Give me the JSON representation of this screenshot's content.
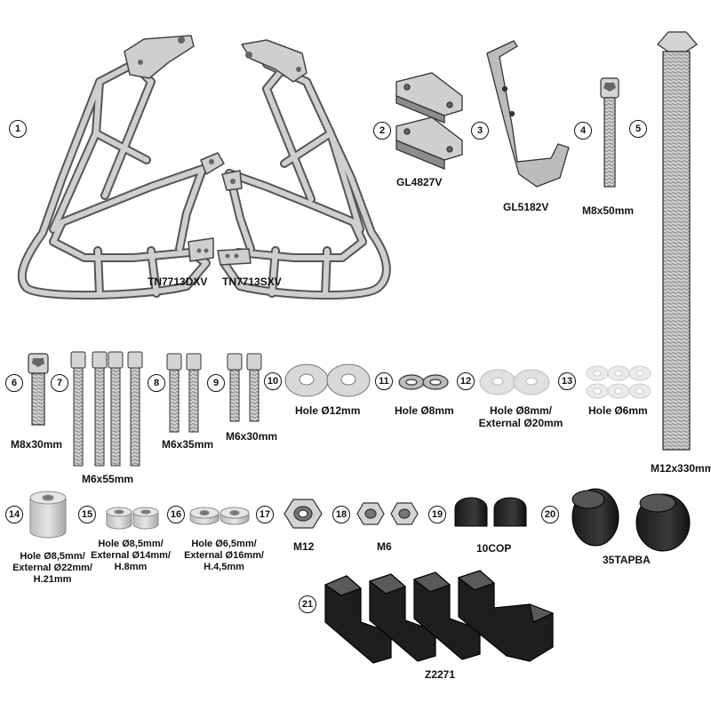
{
  "callouts": [
    "1",
    "2",
    "3",
    "4",
    "5",
    "6",
    "7",
    "8",
    "9",
    "10",
    "11",
    "12",
    "13",
    "14",
    "15",
    "16",
    "17",
    "18",
    "19",
    "20",
    "21"
  ],
  "labels": {
    "p1_right": "TN7713DXV",
    "p1_left": "TN7713SXV",
    "p2": "GL4827V",
    "p3": "GL5182V",
    "p4": "M8x50mm",
    "p5": "M12x330mm",
    "p6": "M8x30mm",
    "p7": "M6x55mm",
    "p8": "M6x35mm",
    "p9": "M6x30mm",
    "p10": "Hole Ø12mm",
    "p11": "Hole Ø8mm",
    "p12_line1": "Hole Ø8mm/",
    "p12_line2": "External Ø20mm",
    "p13": "Hole Ø6mm",
    "p14_line1": "Hole Ø8,5mm/",
    "p14_line2": "External Ø22mm/",
    "p14_line3": "H.21mm",
    "p15_line1": "Hole Ø8,5mm/",
    "p15_line2": "External Ø14mm/",
    "p15_line3": "H.8mm",
    "p16_line1": "Hole Ø6,5mm/",
    "p16_line2": "External Ø16mm/",
    "p16_line3": "H.4,5mm",
    "p17": "M12",
    "p18": "M6",
    "p19": "10COP",
    "p20": "35TAPBA",
    "p21": "Z2271"
  }
}
